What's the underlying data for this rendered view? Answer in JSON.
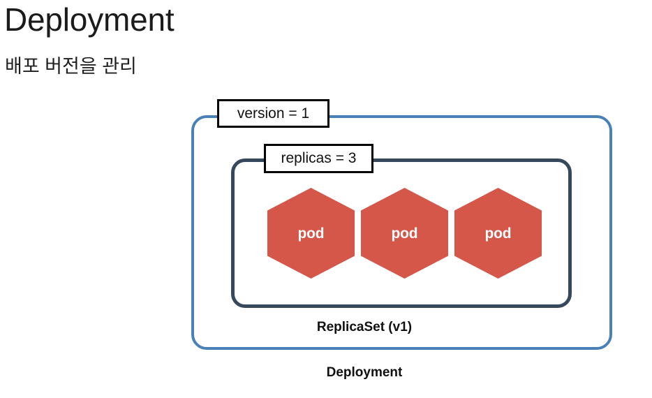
{
  "slide": {
    "title": "Deployment",
    "subtitle": "배포 버전을 관리"
  },
  "diagram": {
    "type": "kubernetes-deployment-hierarchy",
    "outer_boundary": {
      "name": "Deployment",
      "caption": "Deployment",
      "border_color": "#4a80b8",
      "callout": {
        "key": "version",
        "value": "1",
        "text": "version = 1"
      }
    },
    "inner_boundary": {
      "name": "ReplicaSet",
      "caption": "ReplicaSet (v1)",
      "border_color": "#36495c",
      "callout": {
        "key": "replicas",
        "value": "3",
        "text": "replicas = 3"
      }
    },
    "pods": [
      {
        "label": "pod"
      },
      {
        "label": "pod"
      },
      {
        "label": "pod"
      }
    ],
    "pod_color": "#d5574a",
    "pod_label_color": "#ffffff",
    "background_color": "#ffffff"
  }
}
